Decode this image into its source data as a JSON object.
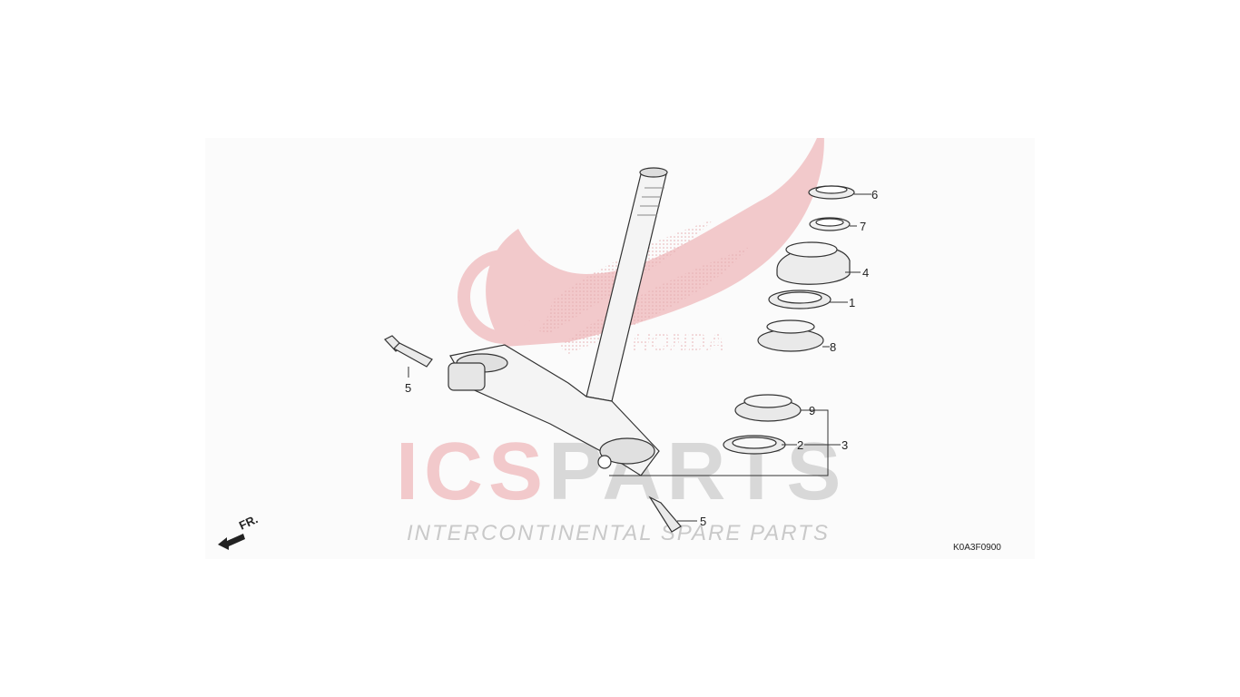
{
  "figure_code": "K0A3F0900",
  "front_marker": "FR.",
  "watermark": {
    "brand_left": "ICS",
    "brand_right": "PARTS",
    "tagline": "INTERCONTINENTAL SPARE PARTS",
    "wing_logo_text": "HONDA",
    "colors": {
      "red": "#f2c9cb",
      "grey": "#d8d8d8"
    }
  },
  "callouts": [
    {
      "id": "c6",
      "label": "6"
    },
    {
      "id": "c7",
      "label": "7"
    },
    {
      "id": "c4",
      "label": "4"
    },
    {
      "id": "c1",
      "label": "1"
    },
    {
      "id": "c8",
      "label": "8"
    },
    {
      "id": "c9",
      "label": "9"
    },
    {
      "id": "c2",
      "label": "2"
    },
    {
      "id": "c3",
      "label": "3"
    },
    {
      "id": "c5a",
      "label": "5"
    },
    {
      "id": "c5b",
      "label": "5"
    }
  ]
}
